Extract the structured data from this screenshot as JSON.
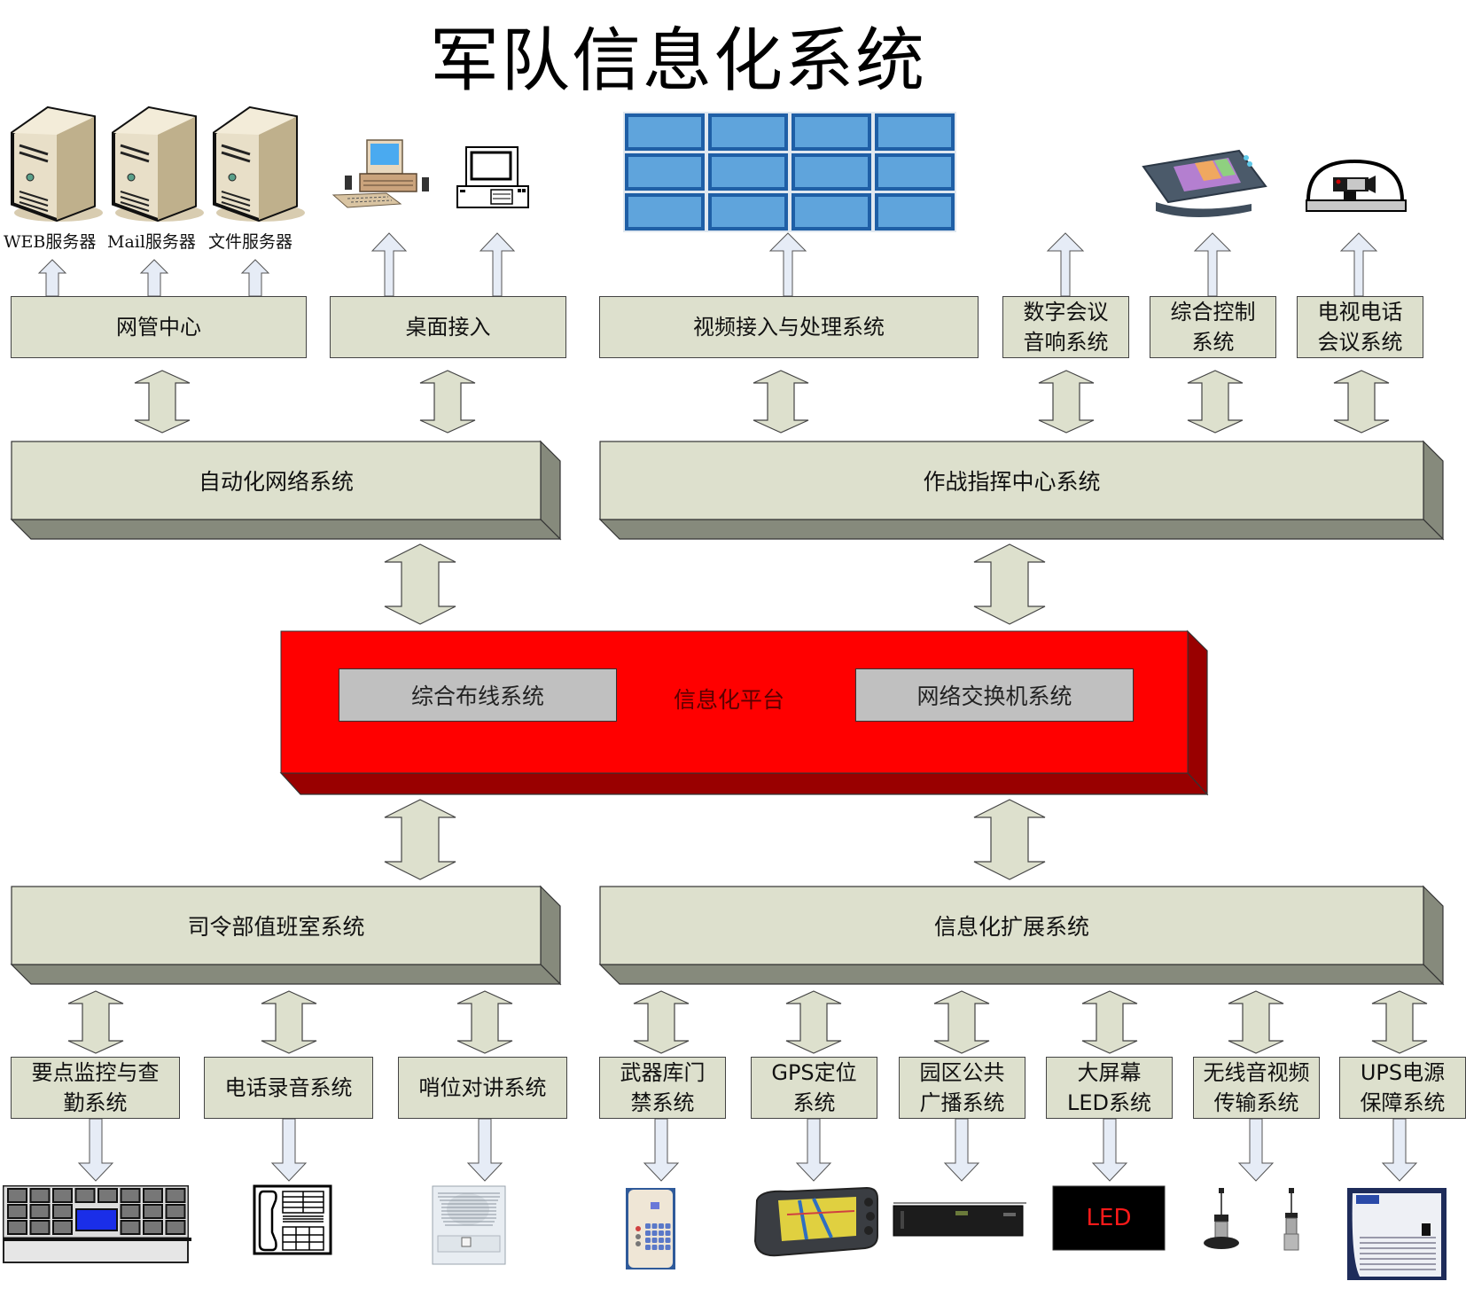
{
  "title": "军队信息化系统",
  "colors": {
    "box_fill": "#dde0cd",
    "slab_side": "#868a7c",
    "platform_red": "#ff0000",
    "platform_dark": "#990000",
    "inner_gray": "#c0c0c0",
    "up_arrow_fill": "#e6ecf6",
    "double_arrow_fill": "#dde0cd"
  },
  "top_devices": {
    "server_labels": [
      "WEB服务器",
      "Mail服务器",
      "文件服务器"
    ],
    "icons": [
      "server-icon",
      "server-icon",
      "server-icon",
      "desktop-pc-icon",
      "terminal-pc-icon",
      "video-wall-icon",
      "touch-panel-icon",
      "dome-camera-icon"
    ]
  },
  "top_row": [
    {
      "id": "netmgmt",
      "label": "网管中心"
    },
    {
      "id": "desktop",
      "label": "桌面接入"
    },
    {
      "id": "video",
      "label": "视频接入与处理系统"
    },
    {
      "id": "conf-audio",
      "lines": [
        "数字会议",
        "音响系统"
      ]
    },
    {
      "id": "control",
      "lines": [
        "综合控制",
        "系统"
      ]
    },
    {
      "id": "tv-conf",
      "lines": [
        "电视电话",
        "会议系统"
      ]
    }
  ],
  "middle_slabs": {
    "automation": "自动化网络系统",
    "command": "作战指挥中心系统",
    "duty_room": "司令部值班室系统",
    "extension": "信息化扩展系统"
  },
  "platform": {
    "label": "信息化平台",
    "left_box": "综合布线系统",
    "right_box": "网络交换机系统"
  },
  "bottom_row": [
    {
      "id": "patrol",
      "lines": [
        "要点监控与查",
        "勤系统"
      ]
    },
    {
      "id": "phone-rec",
      "lines": [
        "电话录音系统"
      ]
    },
    {
      "id": "intercom",
      "lines": [
        "哨位对讲系统"
      ]
    },
    {
      "id": "armory",
      "lines": [
        "武器库门",
        "禁系统"
      ]
    },
    {
      "id": "gps",
      "lines": [
        "GPS定位",
        "系统"
      ]
    },
    {
      "id": "broadcast",
      "lines": [
        "园区公共",
        "广播系统"
      ]
    },
    {
      "id": "led",
      "lines": [
        "大屏幕",
        "LED系统"
      ]
    },
    {
      "id": "wireless",
      "lines": [
        "无线音视频",
        "传输系统"
      ]
    },
    {
      "id": "ups",
      "lines": [
        "UPS电源",
        "保障系统"
      ]
    }
  ],
  "bottom_devices": {
    "led_text": "LED",
    "icons": [
      "monitoring-console-icon",
      "phone-recorder-icon",
      "intercom-speaker-icon",
      "access-keypad-icon",
      "gps-navigator-icon",
      "amplifier-rack-icon",
      "led-screen-icon",
      "antenna-icon",
      "ups-unit-icon"
    ]
  }
}
